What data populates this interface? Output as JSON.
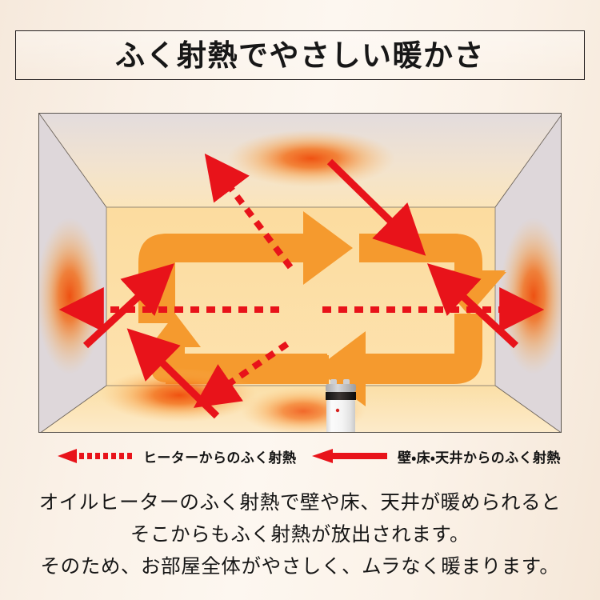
{
  "title": {
    "text": "ふく射熱でやさしい暖かさ"
  },
  "diagram": {
    "name": "radiant-heat-room-diagram",
    "colors": {
      "page_background": "#f7ece1",
      "side_wall": "#ded7da",
      "back_wall": "#fcdc9f",
      "floor": "#fbdfa8",
      "ceiling": "#f7e2c2",
      "circulation_arrow": "#f59a2e",
      "radiant_red": "#e8131a",
      "glow_core": "#ef5a12",
      "frame_border": "#5b5650"
    },
    "heater": {
      "name": "oil-heater",
      "body_color": "#f3f3f3",
      "top_band_color": "#2a2524",
      "cap_color": "#bfbfc1",
      "indicator_color": "#d6221f",
      "caster_color": "#2b2b2b"
    },
    "glow_spots": [
      {
        "name": "ceiling-glow",
        "position": "ceiling-center"
      },
      {
        "name": "left-wall-glow",
        "position": "left-wall-middle"
      },
      {
        "name": "right-wall-glow",
        "position": "right-wall-middle"
      },
      {
        "name": "floor-glow",
        "position": "floor-left"
      },
      {
        "name": "heater-glow",
        "position": "heater-base"
      }
    ],
    "red_arrows": {
      "dotted_from_heater": [
        {
          "name": "dotted-arrow-to-ceiling",
          "direction": "up-right"
        },
        {
          "name": "dotted-arrow-to-left-wall",
          "direction": "left"
        },
        {
          "name": "dotted-arrow-to-right-wall",
          "direction": "right"
        },
        {
          "name": "dotted-arrow-to-floor",
          "direction": "down-left"
        }
      ],
      "solid_from_surfaces": [
        {
          "name": "solid-arrow-from-ceiling",
          "direction": "down-right"
        },
        {
          "name": "solid-arrow-from-left-wall",
          "direction": "up-right"
        },
        {
          "name": "solid-arrow-from-right-wall",
          "direction": "up-left"
        },
        {
          "name": "solid-arrow-from-floor",
          "direction": "up-left"
        }
      ]
    },
    "circulation_arrows": [
      {
        "name": "circulation-top-right",
        "direction": "right"
      },
      {
        "name": "circulation-upper-left-bend",
        "direction": "up-then-right"
      },
      {
        "name": "circulation-left-up",
        "direction": "up"
      },
      {
        "name": "circulation-right-down",
        "direction": "down"
      },
      {
        "name": "circulation-bottom-left",
        "direction": "left"
      }
    ]
  },
  "legend": {
    "items": [
      {
        "name": "legend-heater-radiant",
        "glyph": "dotted-left-arrow",
        "color": "#e8131a",
        "label": "ヒーターからのふく射熱"
      },
      {
        "name": "legend-surface-radiant",
        "glyph": "solid-left-arrow",
        "color": "#e8131a",
        "label": "壁・床・天井からのふく射熱"
      }
    ]
  },
  "body_copy": {
    "lines": [
      "オイルヒーターのふく射熱で壁や床、天井が暖められると",
      "そこからもふく射熱が放出されます。",
      "そのため、お部屋全体がやさしく、ムラなく暖まります。"
    ]
  }
}
